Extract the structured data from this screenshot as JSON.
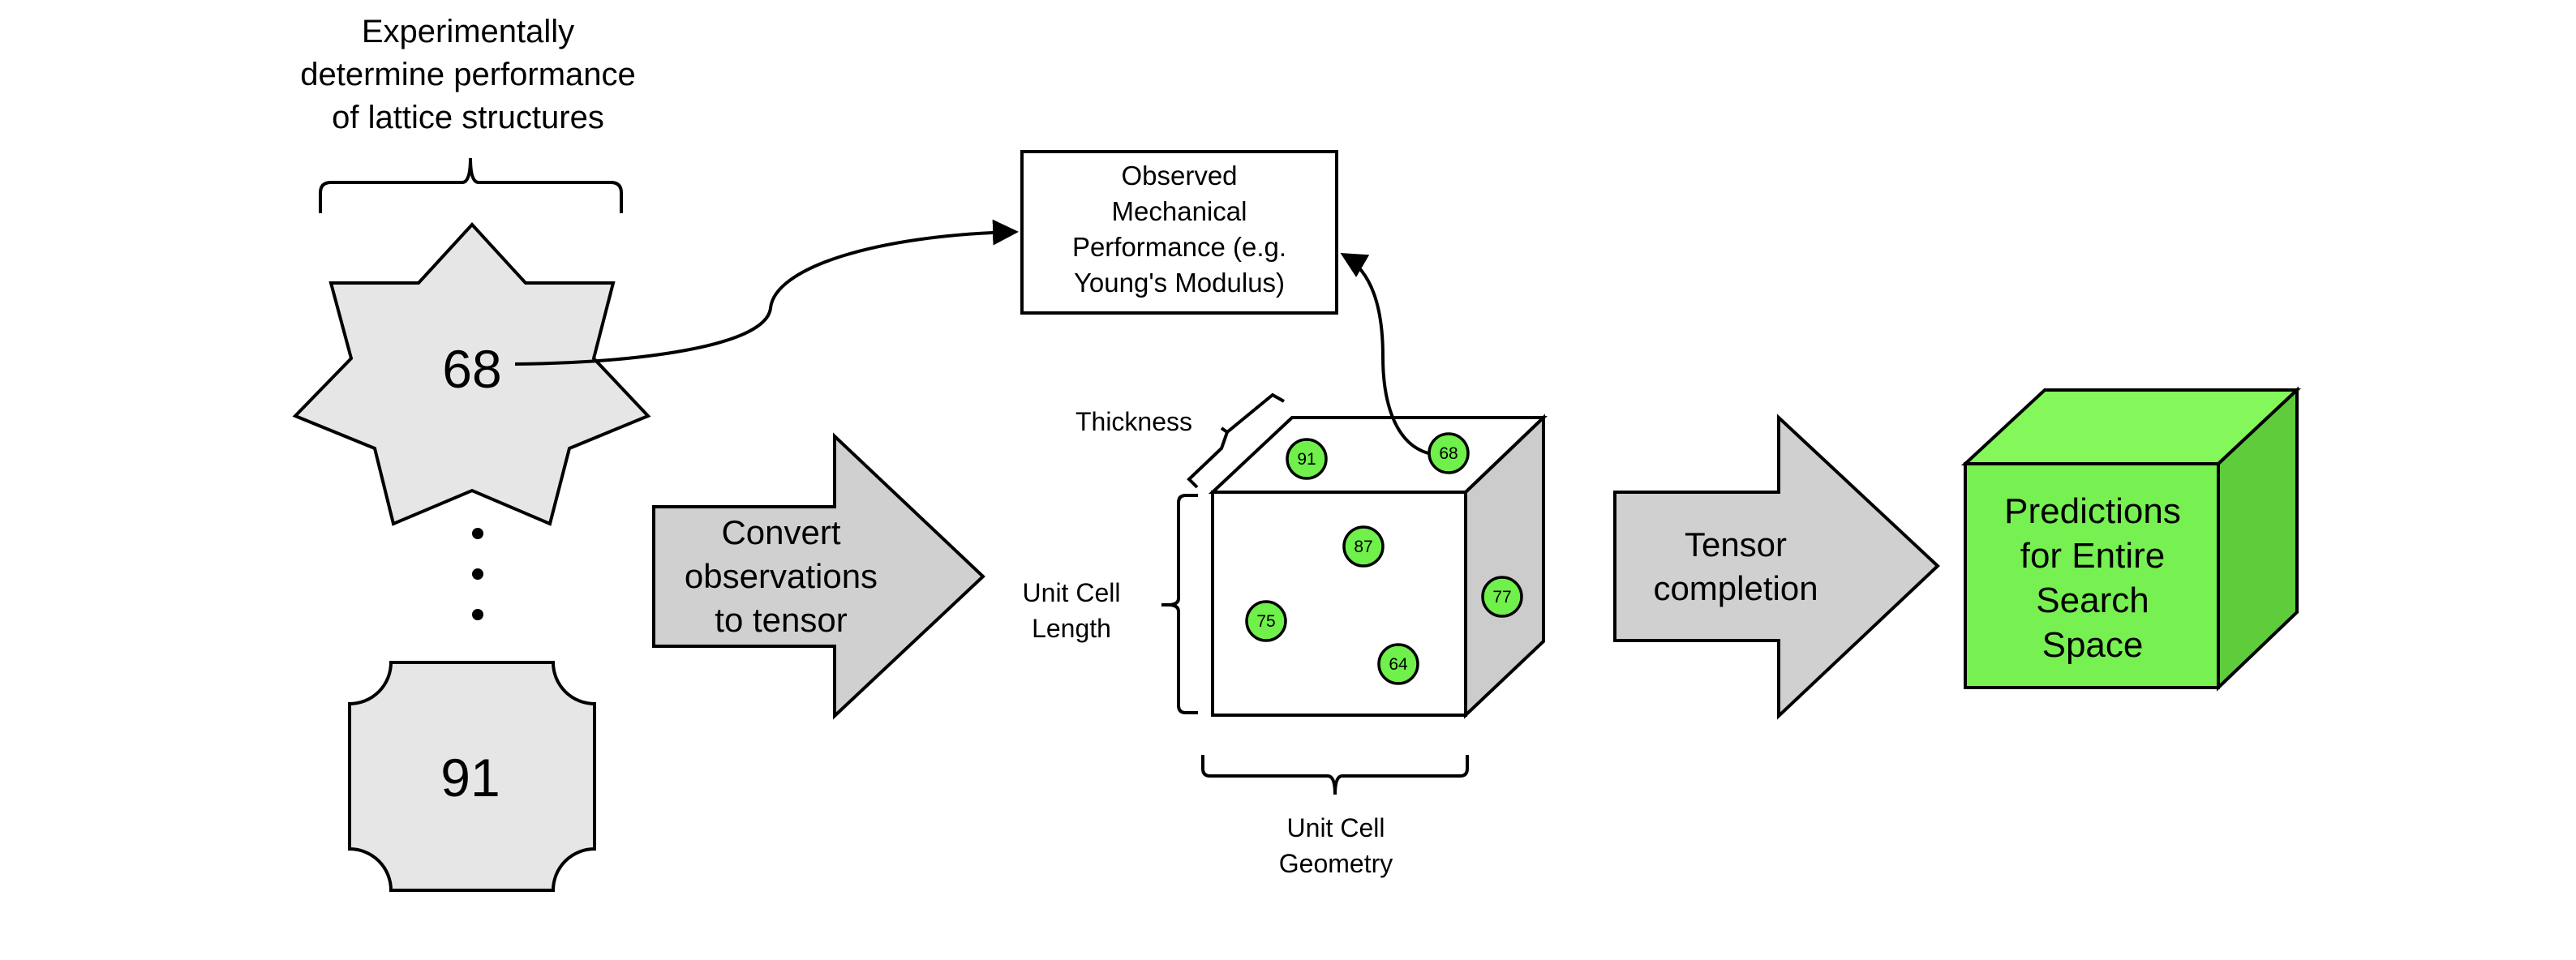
{
  "title": {
    "lines": [
      "Experimentally",
      "determine performance",
      "of lattice structures"
    ]
  },
  "lattice_samples": {
    "first_value": "68",
    "last_value": "91",
    "ellipsis_dots": 3,
    "fill_color": "#e6e6e6"
  },
  "observed_box": {
    "lines": [
      "Observed",
      "Mechanical",
      "Performance (e.g.",
      "Young's Modulus)"
    ]
  },
  "arrow_convert": {
    "lines": [
      "Convert",
      "observations",
      "to tensor"
    ],
    "fill_color": "#d0d0d0"
  },
  "tensor": {
    "thickness_label": "Thickness",
    "length_label": [
      "Unit Cell",
      "Length"
    ],
    "geometry_label": [
      "Unit Cell",
      "Geometry"
    ],
    "side_color": "#cccccc",
    "observation_color": "#6ff04a",
    "observations": [
      {
        "value": "91",
        "face": "top"
      },
      {
        "value": "68",
        "face": "top"
      },
      {
        "value": "87",
        "face": "front"
      },
      {
        "value": "75",
        "face": "front"
      },
      {
        "value": "64",
        "face": "front"
      },
      {
        "value": "77",
        "face": "side"
      }
    ]
  },
  "arrow_completion": {
    "lines": [
      "Tensor",
      "completion"
    ],
    "fill_color": "#d0d0d0"
  },
  "predictions_cube": {
    "lines": [
      "Predictions",
      "for Entire",
      "Search",
      "Space"
    ],
    "front_color": "#77f052",
    "top_color": "#84f85a",
    "side_color": "#5fcc3c"
  }
}
